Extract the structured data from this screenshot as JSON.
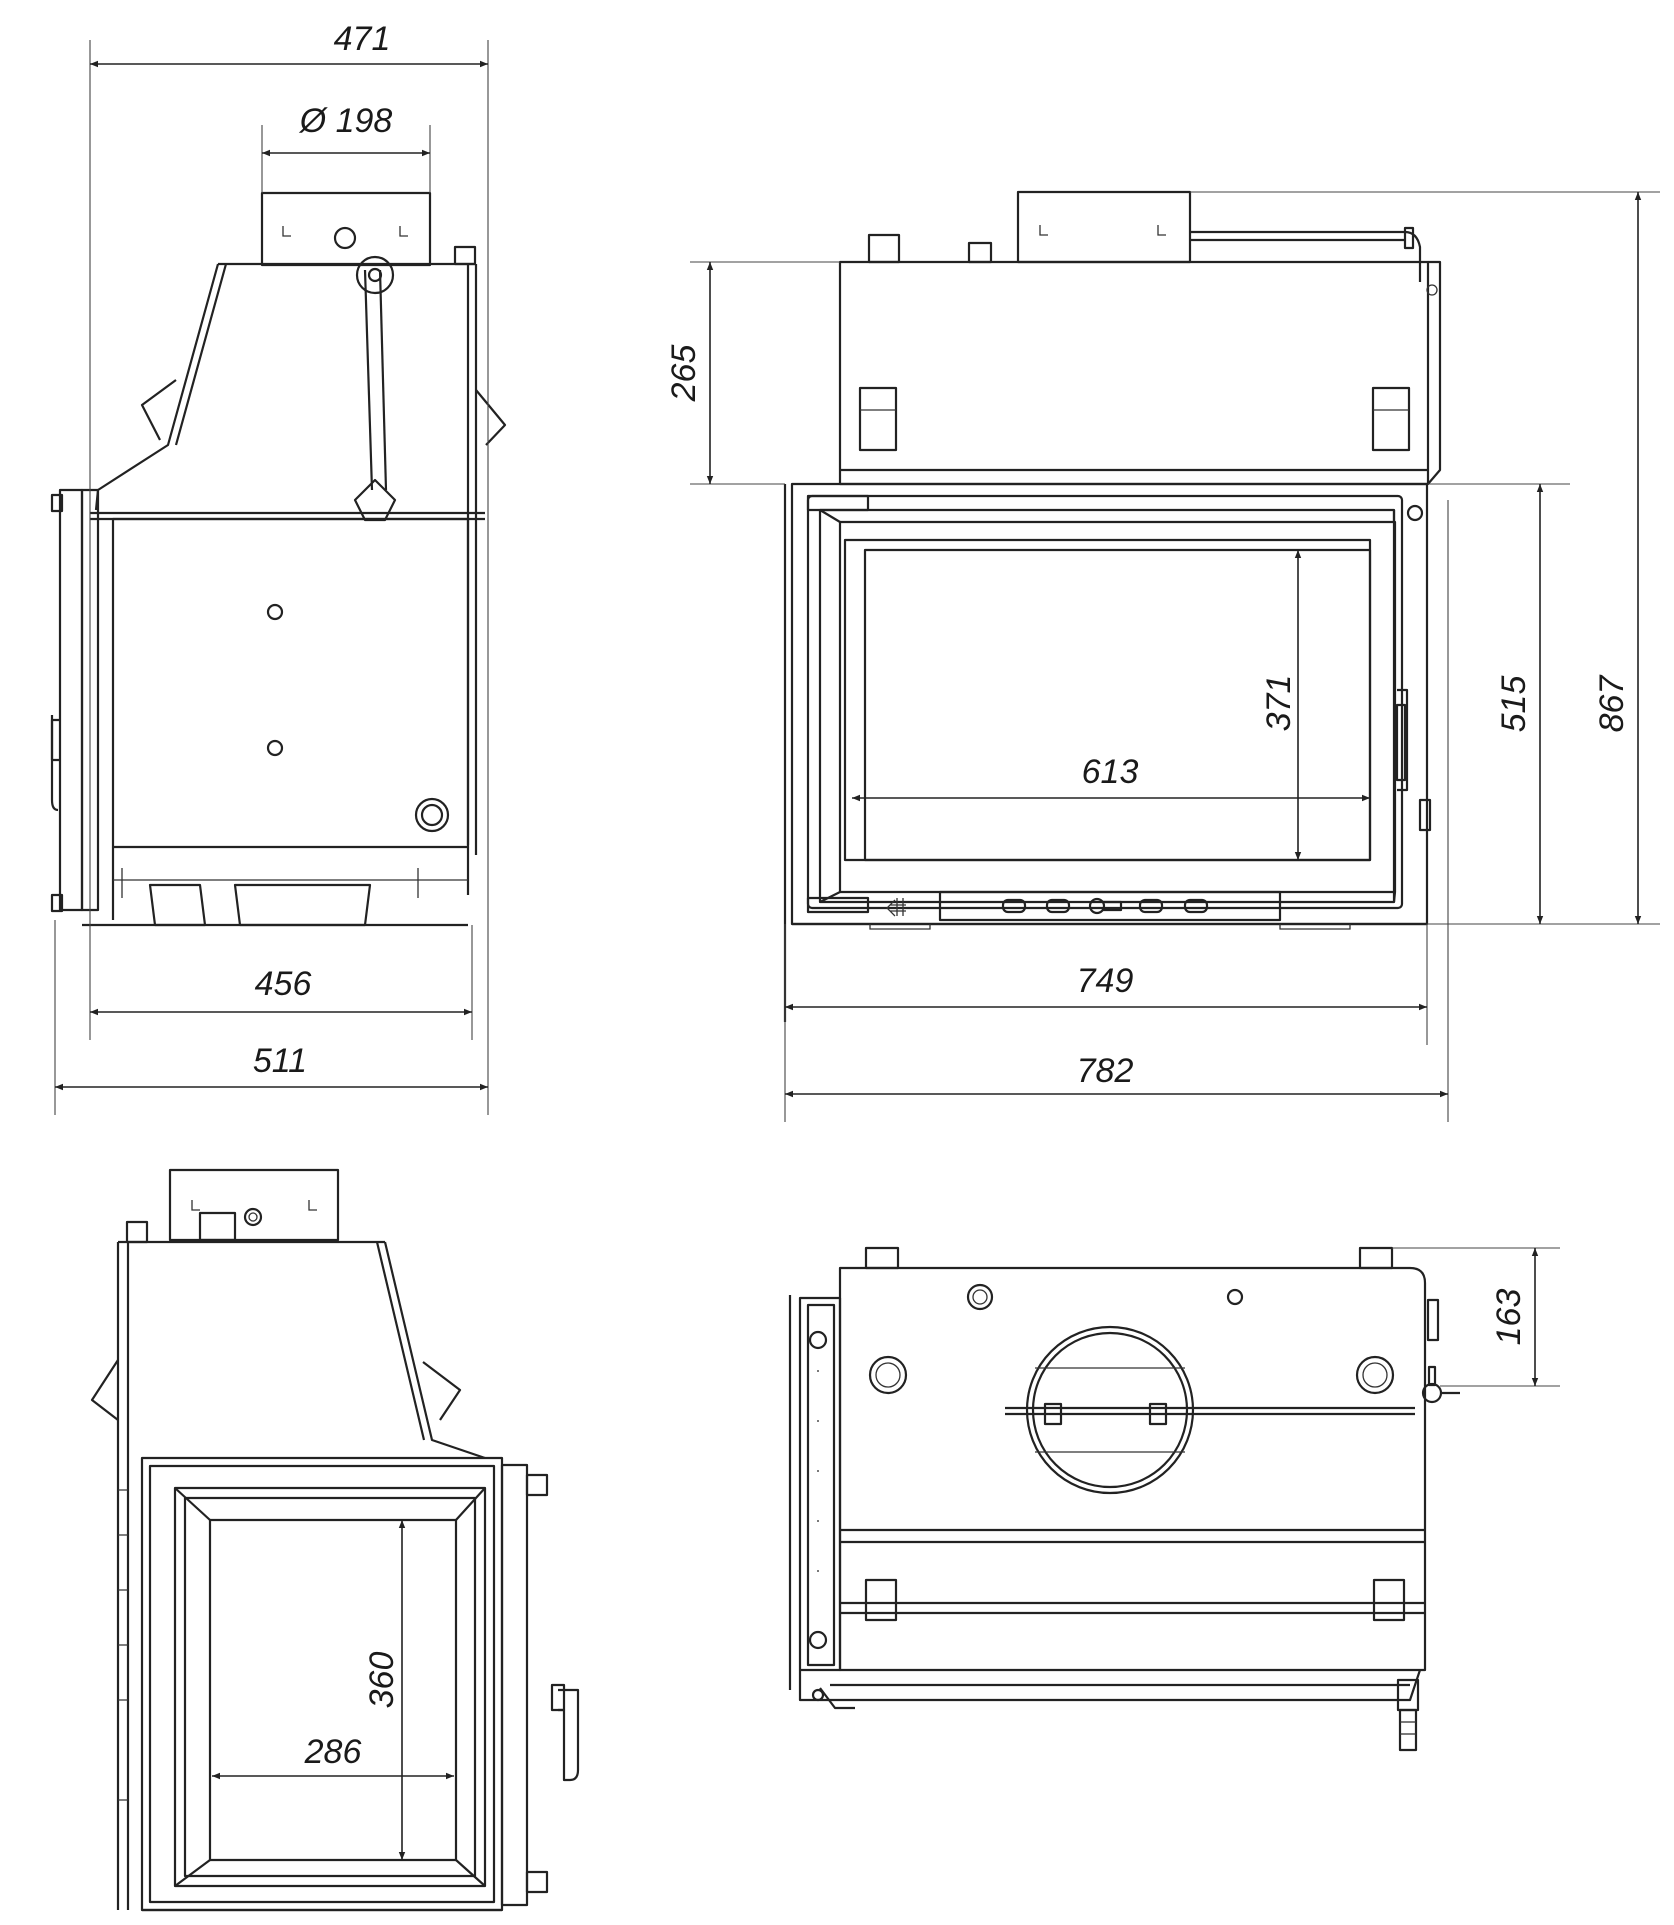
{
  "views": {
    "side": {
      "width_top": "471",
      "flue_diameter": "Ø 198",
      "depth_inner": "456",
      "depth_total": "511"
    },
    "front": {
      "upper_height": "265",
      "glass_height": "371",
      "glass_width": "613",
      "door_height": "515",
      "total_height": "867",
      "body_width": "749",
      "total_width": "782"
    },
    "side_glass": {
      "glass_height": "360",
      "glass_width": "286"
    },
    "top": {
      "offset": "163"
    }
  }
}
